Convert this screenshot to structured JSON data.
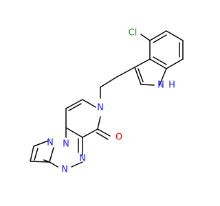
{
  "molecule": {
    "atoms": [
      {
        "id": "cl",
        "label": "Cl",
        "color": "#00a000"
      },
      {
        "id": "nh",
        "label": "H",
        "prefix": "N",
        "color": "#1a1aff"
      },
      {
        "id": "n_pyridinone",
        "label": "N",
        "color": "#1a1aff"
      },
      {
        "id": "o",
        "label": "O",
        "color": "#ff0000"
      },
      {
        "id": "n_pz1",
        "label": "N",
        "color": "#1a1aff"
      },
      {
        "id": "n_pz2",
        "label": "N",
        "color": "#1a1aff"
      },
      {
        "id": "n_tr1",
        "label": "N",
        "color": "#1a1aff"
      },
      {
        "id": "n_tr2",
        "label": "N",
        "color": "#1a1aff"
      }
    ]
  }
}
